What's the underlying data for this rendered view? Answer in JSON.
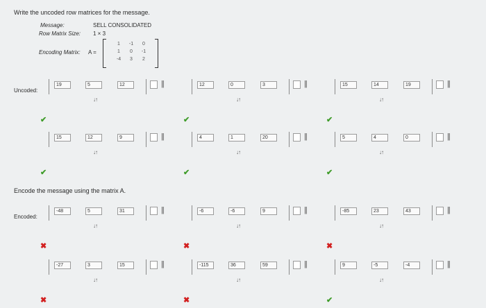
{
  "instructions": "Write the uncoded row matrices for the message.",
  "message_label": "Message:",
  "message_value": "SELL CONSOLIDATED",
  "row_size_label": "Row Matrix Size:",
  "row_size_value": "1 × 3",
  "encoding_label": "Encoding Matrix:",
  "encoding_symbol": "A =",
  "encoding_matrix": [
    [
      "1",
      "-1",
      "0"
    ],
    [
      "1",
      "0",
      "-1"
    ],
    [
      "-4",
      "3",
      "2"
    ]
  ],
  "uncoded_label": "Uncoded:",
  "encode_instruction": "Encode the message using the matrix A.",
  "encoded_label": "Encoded:",
  "pipes_glyph": "||",
  "sort_glyph": "↓↑",
  "check_glyph": "✔",
  "cross_glyph": "✖",
  "colors": {
    "check": "#3f9c2a",
    "cross": "#d21f1f"
  },
  "uncoded_rows": [
    [
      [
        "19",
        "5",
        "12"
      ],
      [
        "12",
        "0",
        "3"
      ],
      [
        "15",
        "14",
        "19"
      ]
    ],
    [
      [
        "15",
        "12",
        "9"
      ],
      [
        "4",
        "1",
        "20"
      ],
      [
        "5",
        "4",
        "0"
      ]
    ]
  ],
  "uncoded_marks": [
    [
      "check",
      "check",
      "check"
    ],
    [
      "check",
      "check",
      "check"
    ]
  ],
  "encoded_rows": [
    [
      [
        "-48",
        "5",
        "31"
      ],
      [
        "-6",
        "-6",
        "9"
      ],
      [
        "-85",
        "23",
        "43"
      ]
    ],
    [
      [
        "-27",
        "3",
        "15"
      ],
      [
        "-115",
        "36",
        "59"
      ],
      [
        "9",
        "-5",
        "-4"
      ]
    ]
  ],
  "encoded_marks": [
    [
      "cross",
      "cross",
      "cross"
    ],
    [
      "cross",
      "cross",
      "check"
    ]
  ]
}
